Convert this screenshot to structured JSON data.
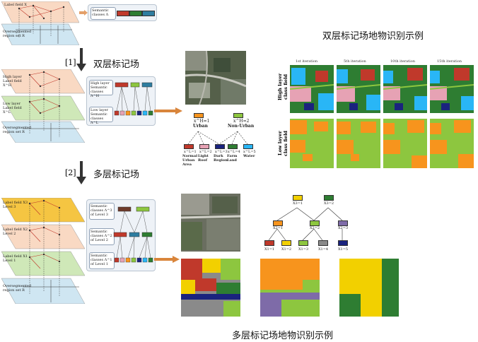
{
  "titles": {
    "double": "双层标记场地物识别示例",
    "multi": "多层标记场地物识别示例"
  },
  "steps": {
    "step1_num": "[1]",
    "step1_label": "双层标记场",
    "step2_num": "[2]",
    "step2_label": "多层标记场"
  },
  "left_top": {
    "label_field": "Label field X",
    "overseg": "Oversegmented region set R",
    "semantic": "Semantic classes Λ"
  },
  "left_mid": {
    "high_layer": "High layer Label field X^H",
    "low_layer": "Low layer Label field X^L",
    "overseg": "Oversegmented region set R",
    "high_sem": "High layer Semantic classes Λ^H",
    "low_sem": "Low layer Semantic classes Λ^L"
  },
  "left_bottom": {
    "level3": "Label field X3 Level 3",
    "level2": "Label field X2 Level 2",
    "level1": "Label field X1 Level 1",
    "overseg": "Oversegmented region set R",
    "sem3": "Semantic classes Λ^3 of Level 3",
    "sem2": "Semantic classes Λ^2 of Level 2",
    "sem1": "Semantic classes Λ^1 of Level 1"
  },
  "tree1": {
    "h1": "x^H=1",
    "h1_name": "Urban",
    "h2": "x^H=2",
    "h2_name": "Non-Urban",
    "l1": "x^L=1",
    "l1_name": "Normal Urban Area",
    "l2": "x^L=2",
    "l2_name": "Light Roof",
    "l3": "x^L=3",
    "l3_name": "Dark Region",
    "l4": "x^L=4",
    "l4_name": "Farm Land",
    "l5": "x^L=5",
    "l5_name": "Water"
  },
  "iterations": [
    "1st iteration",
    "5th iteration",
    "10th iteration",
    "15th iteration"
  ],
  "row_labels": {
    "high": "High layer class field",
    "low": "Low layer class field"
  },
  "tree2": {
    "top1": "X3=1",
    "top2": "X3=2",
    "mid1": "X2=1",
    "mid2": "X2=2",
    "mid3": "X2=3",
    "b1": "X1=1",
    "b2": "X1=2",
    "b3": "X1=3",
    "b4": "X1=4",
    "b5": "X1=5"
  },
  "colors": {
    "orange": "#f7941d",
    "green": "#8dc63f",
    "pink": "#e6a2b4",
    "red": "#c0392b",
    "darkgreen": "#2e7d32",
    "darkblue": "#1a237e",
    "cyan": "#29b6f6",
    "yellow": "#f2d000",
    "brown": "#6d3b2a",
    "gray": "#8a8a8a",
    "purple": "#7e6ba8"
  }
}
